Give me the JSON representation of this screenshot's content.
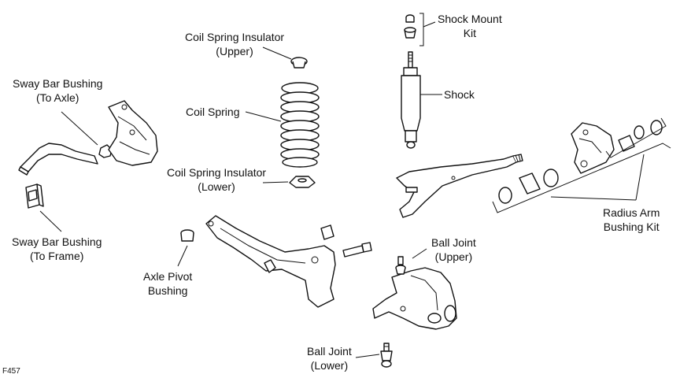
{
  "labels": {
    "shock_mount_kit": "Shock Mount\nKit",
    "coil_spring_insulator_upper": "Coil Spring Insulator\n(Upper)",
    "sway_bar_bushing_axle": "Sway Bar Bushing\n(To Axle)",
    "coil_spring": "Coil Spring",
    "shock": "Shock",
    "coil_spring_insulator_lower": "Coil Spring Insulator\n(Lower)",
    "sway_bar_bushing_frame": "Sway Bar Bushing\n(To Frame)",
    "radius_arm_bushing_kit": "Radius Arm\nBushing Kit",
    "ball_joint_upper": "Ball Joint\n(Upper)",
    "axle_pivot_bushing": "Axle Pivot\nBushing",
    "ball_joint_lower": "Ball Joint\n(Lower)"
  },
  "figure_id": "F457"
}
